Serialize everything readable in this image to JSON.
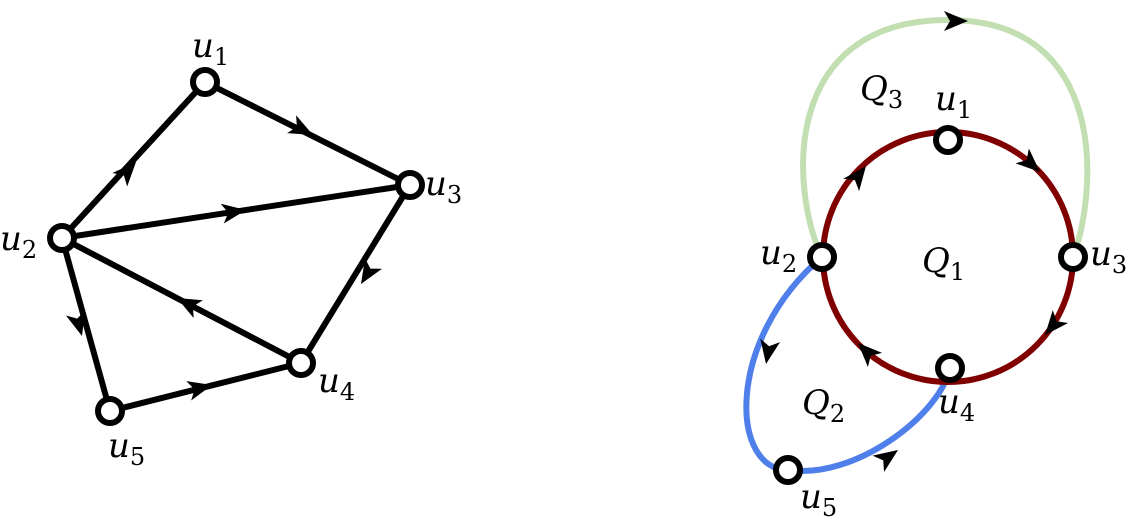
{
  "left_graph": {
    "nodes": {
      "u1": {
        "base": "u",
        "sub": "1"
      },
      "u2": {
        "base": "u",
        "sub": "2"
      },
      "u3": {
        "base": "u",
        "sub": "3"
      },
      "u4": {
        "base": "u",
        "sub": "4"
      },
      "u5": {
        "base": "u",
        "sub": "5"
      }
    }
  },
  "right_graph": {
    "nodes": {
      "u1": {
        "base": "u",
        "sub": "1"
      },
      "u2": {
        "base": "u",
        "sub": "2"
      },
      "u3": {
        "base": "u",
        "sub": "3"
      },
      "u4": {
        "base": "u",
        "sub": "4"
      },
      "u5": {
        "base": "u",
        "sub": "5"
      }
    },
    "cycles": {
      "q1": {
        "base": "Q",
        "sub": "1",
        "color": "#800000"
      },
      "q2": {
        "base": "Q",
        "sub": "2",
        "color": "#4f7fea"
      },
      "q3": {
        "base": "Q",
        "sub": "3",
        "color": "#c2dfb2"
      }
    }
  }
}
